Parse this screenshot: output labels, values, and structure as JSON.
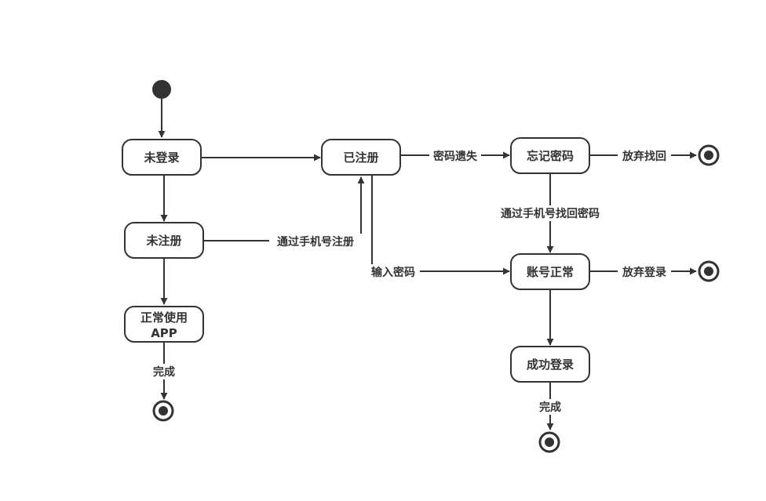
{
  "diagram": {
    "nodes": {
      "not_logged_in": "未登录",
      "registered": "已注册",
      "forgot_password": "忘记密码",
      "not_registered": "未注册",
      "account_normal": "账号正常",
      "use_app_line1": "正常使用",
      "use_app_line2": "APP",
      "login_success": "成功登录"
    },
    "edges": {
      "password_lost": "密码遗失",
      "give_up_recover": "放弃找回",
      "recover_by_phone": "通过手机号找回密码",
      "register_by_phone": "通过手机号注册",
      "enter_password": "输入密码",
      "give_up_login": "放弃登录",
      "complete_left": "完成",
      "complete_right": "完成"
    },
    "colors": {
      "stroke": "#333333",
      "background": "#ffffff"
    }
  }
}
